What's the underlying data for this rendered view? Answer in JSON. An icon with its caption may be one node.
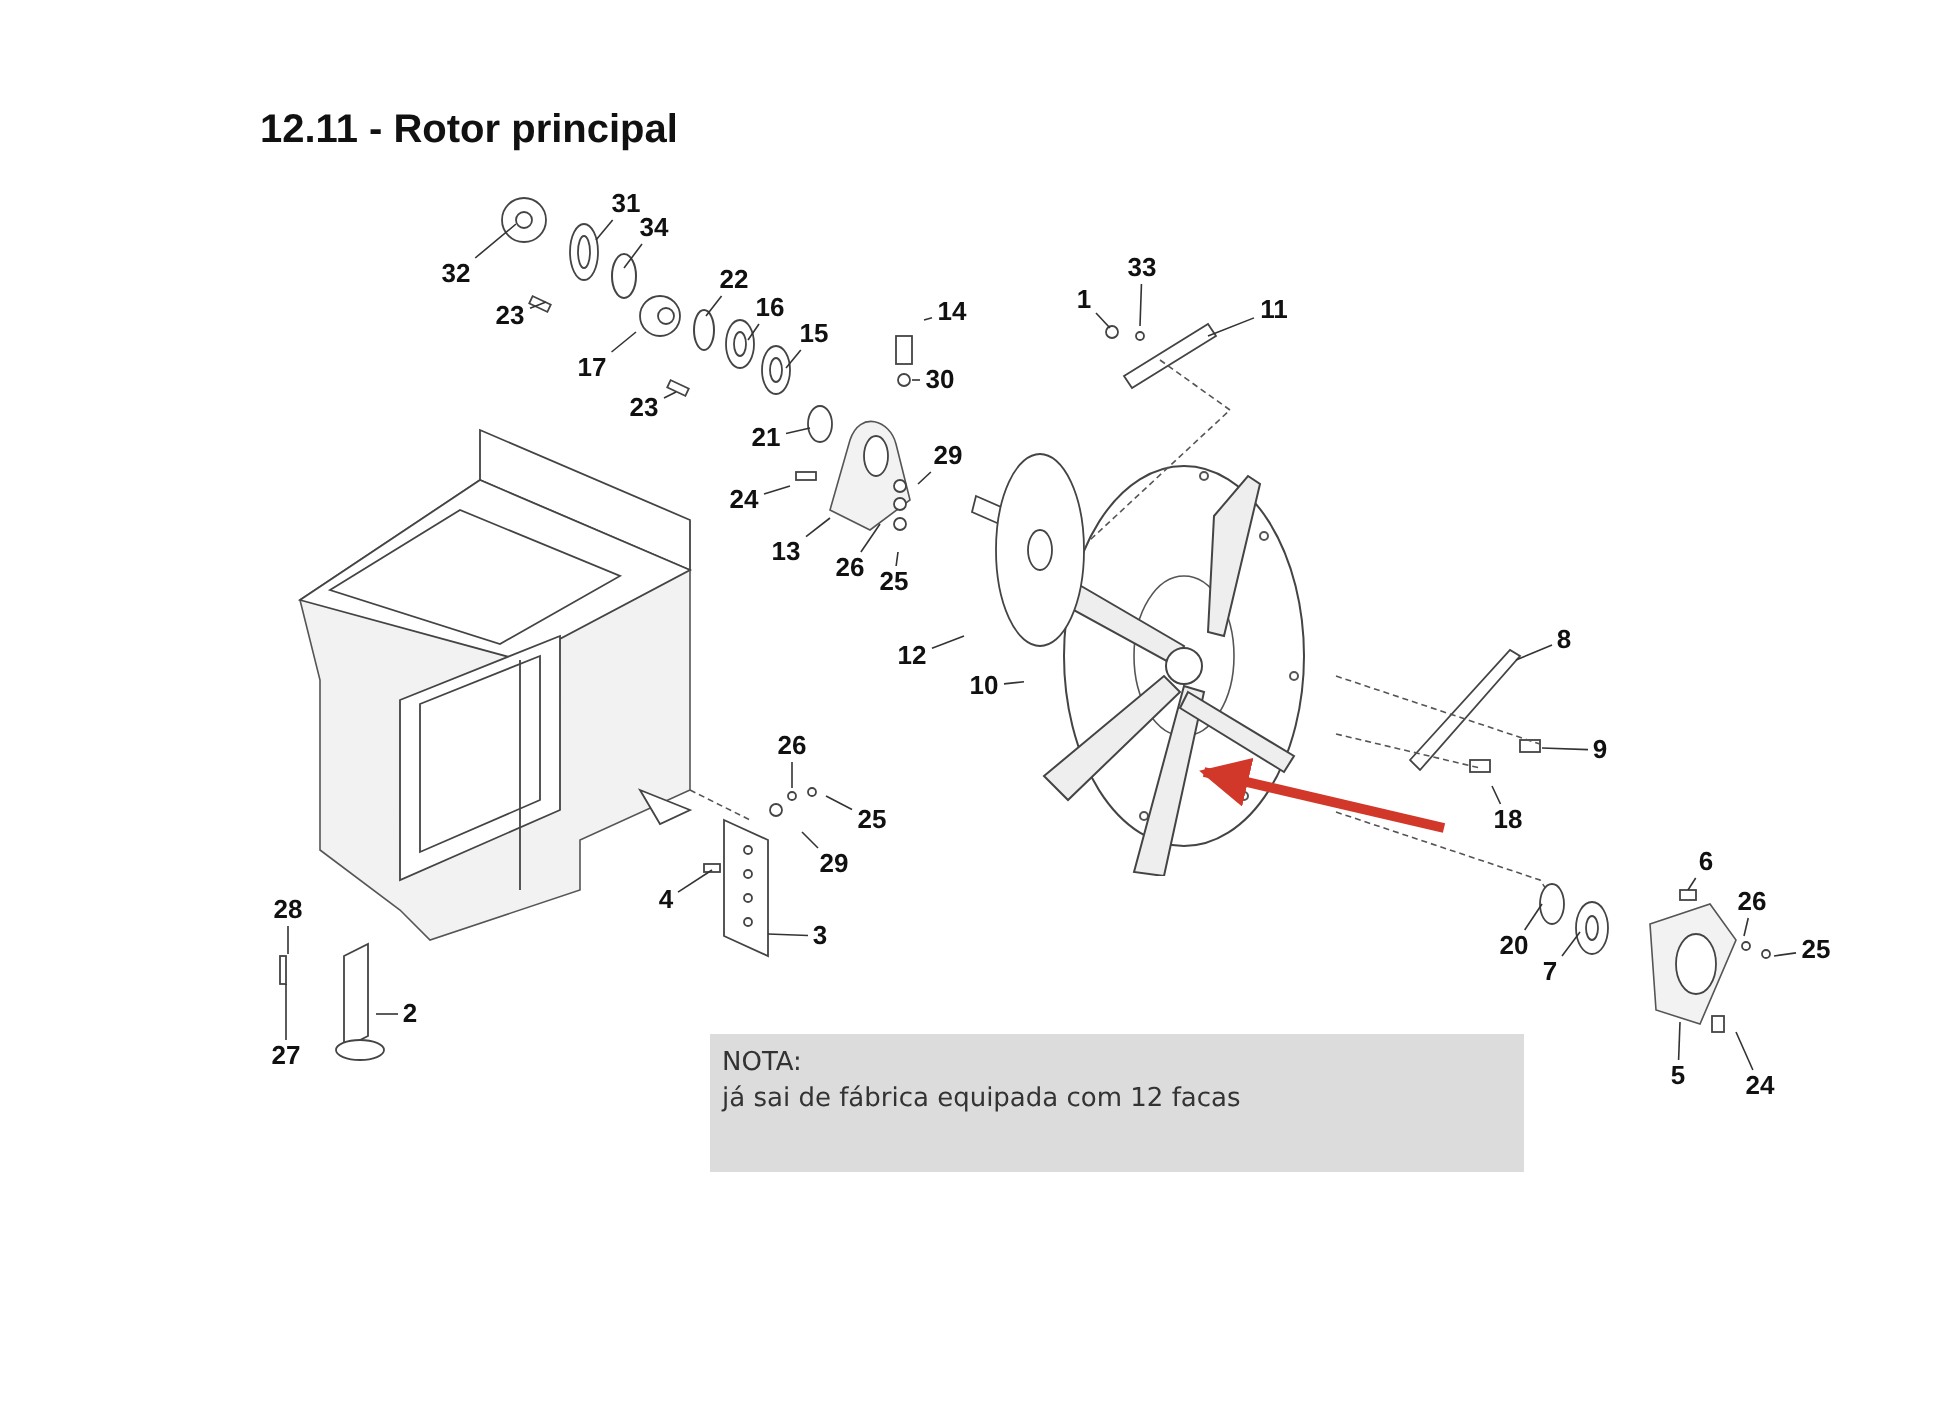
{
  "diagram": {
    "title": "12.11 - Rotor principal",
    "nodes": [
      {
        "text": [
          "32"
        ]
      },
      {
        "text": [
          "31"
        ]
      },
      {
        "text": [
          "34"
        ]
      },
      {
        "text": [
          "23"
        ]
      },
      {
        "text": [
          "22"
        ]
      },
      {
        "text": [
          "16"
        ]
      },
      {
        "text": [
          "17"
        ]
      },
      {
        "text": [
          "15"
        ]
      },
      {
        "text": [
          "23"
        ]
      },
      {
        "text": [
          "14"
        ]
      },
      {
        "text": [
          "30"
        ]
      },
      {
        "text": [
          "21"
        ]
      },
      {
        "text": [
          "29"
        ]
      },
      {
        "text": [
          "24"
        ]
      },
      {
        "text": [
          "13"
        ]
      },
      {
        "text": [
          "26"
        ]
      },
      {
        "text": [
          "25"
        ]
      },
      {
        "text": [
          "1"
        ]
      },
      {
        "text": [
          "33"
        ]
      },
      {
        "text": [
          "11"
        ]
      },
      {
        "text": [
          "12"
        ]
      },
      {
        "text": [
          "10"
        ]
      },
      {
        "text": [
          "8"
        ]
      },
      {
        "text": [
          "9"
        ]
      },
      {
        "text": [
          "18"
        ]
      },
      {
        "text": [
          "26"
        ]
      },
      {
        "text": [
          "25"
        ]
      },
      {
        "text": [
          "29"
        ]
      },
      {
        "text": [
          "4"
        ]
      },
      {
        "text": [
          "3"
        ]
      },
      {
        "text": [
          "28"
        ]
      },
      {
        "text": [
          "2"
        ]
      },
      {
        "text": [
          "27"
        ]
      },
      {
        "text": [
          "6"
        ]
      },
      {
        "text": [
          "26"
        ]
      },
      {
        "text": [
          "25"
        ]
      },
      {
        "text": [
          "20"
        ]
      },
      {
        "text": [
          "7"
        ]
      },
      {
        "text": [
          "5"
        ]
      },
      {
        "text": [
          "24"
        ]
      },
      {
        "text": [],
        "shape": "picture"
      },
      {
        "text": [
          "NOTA:",
          "já sai de fábrica equipada com 12 facas"
        ]
      }
    ],
    "edges": [
      {
        "from": 0,
        "to": null,
        "arrow": "none"
      },
      {
        "from": 1,
        "to": null,
        "arrow": "none"
      },
      {
        "from": 2,
        "to": null,
        "arrow": "none"
      },
      {
        "from": 3,
        "to": null,
        "arrow": "none"
      },
      {
        "from": 4,
        "to": null,
        "arrow": "none"
      },
      {
        "from": 5,
        "to": null,
        "arrow": "none"
      },
      {
        "from": 6,
        "to": null,
        "arrow": "none"
      },
      {
        "from": 7,
        "to": null,
        "arrow": "none"
      },
      {
        "from": 8,
        "to": null,
        "arrow": "none"
      },
      {
        "from": 9,
        "to": null,
        "arrow": "none"
      },
      {
        "from": 10,
        "to": null,
        "arrow": "none"
      },
      {
        "from": 11,
        "to": null,
        "arrow": "none"
      },
      {
        "from": 12,
        "to": null,
        "arrow": "none"
      },
      {
        "from": 13,
        "to": null,
        "arrow": "none"
      },
      {
        "from": 14,
        "to": null,
        "arrow": "none"
      },
      {
        "from": 15,
        "to": null,
        "arrow": "none"
      },
      {
        "from": 16,
        "to": null,
        "arrow": "none"
      },
      {
        "from": 17,
        "to": null,
        "arrow": "none"
      },
      {
        "from": 18,
        "to": null,
        "arrow": "none"
      },
      {
        "from": 19,
        "to": null,
        "arrow": "none"
      },
      {
        "from": 20,
        "to": null,
        "arrow": "none"
      },
      {
        "from": 21,
        "to": 40,
        "arrow": "none"
      },
      {
        "from": 22,
        "to": null,
        "arrow": "none"
      },
      {
        "from": 23,
        "to": null,
        "arrow": "none"
      },
      {
        "from": 24,
        "to": null,
        "arrow": "none"
      },
      {
        "from": 25,
        "to": null,
        "arrow": "none"
      },
      {
        "from": 26,
        "to": null,
        "arrow": "none"
      },
      {
        "from": 27,
        "to": null,
        "arrow": "none"
      },
      {
        "from": 28,
        "to": null,
        "arrow": "none"
      },
      {
        "from": 29,
        "to": null,
        "arrow": "none"
      },
      {
        "from": 30,
        "to": null,
        "arrow": "none"
      },
      {
        "from": 31,
        "to": null,
        "arrow": "none"
      },
      {
        "from": 32,
        "to": null,
        "arrow": "none"
      },
      {
        "from": 33,
        "to": null,
        "arrow": "none"
      },
      {
        "from": 34,
        "to": null,
        "arrow": "none"
      },
      {
        "from": 35,
        "to": null,
        "arrow": "none"
      },
      {
        "from": 36,
        "to": null,
        "arrow": "none"
      },
      {
        "from": 37,
        "to": null,
        "arrow": "none"
      },
      {
        "from": 38,
        "to": null,
        "arrow": "none"
      },
      {
        "from": 39,
        "to": null,
        "arrow": "none"
      },
      {
        "from": null,
        "to": 40,
        "arrow": "to",
        "style": "thick",
        "color": "#d2382a"
      }
    ]
  }
}
